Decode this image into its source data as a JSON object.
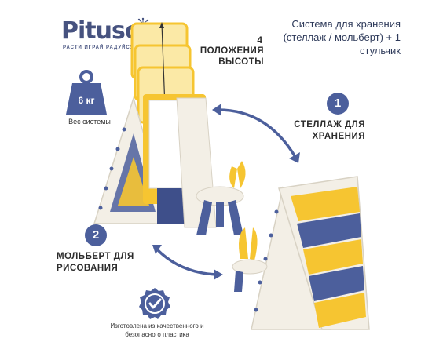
{
  "brand": {
    "name": "Pituso",
    "tagline": "РАСТИ ИГРАЙ РАДУЙСЯ"
  },
  "header": {
    "description": "Система для хранения (стеллаж / мольберт) + 1 стульчик"
  },
  "weight": {
    "value": "6 кг",
    "caption": "Вес системы"
  },
  "heights": {
    "number": "4",
    "label": "ПОЛОЖЕНИЯ ВЫСОТЫ"
  },
  "storage": {
    "number": "1",
    "label": "СТЕЛЛАЖ ДЛЯ ХРАНЕНИЯ"
  },
  "easel": {
    "number": "2",
    "label": "МОЛЬБЕРТ ДЛЯ РИСОВАНИЯ"
  },
  "quality": {
    "caption": "Изготовлена из качественного и безопасного пластика"
  },
  "colors": {
    "navy": "#4c5f9c",
    "yellow": "#f6c531",
    "cream": "#f3efe6",
    "text": "#2b2b2b"
  },
  "icons": [
    "weight-icon",
    "check-badge-icon",
    "dandelion-icon",
    "double-arrow-icon"
  ]
}
